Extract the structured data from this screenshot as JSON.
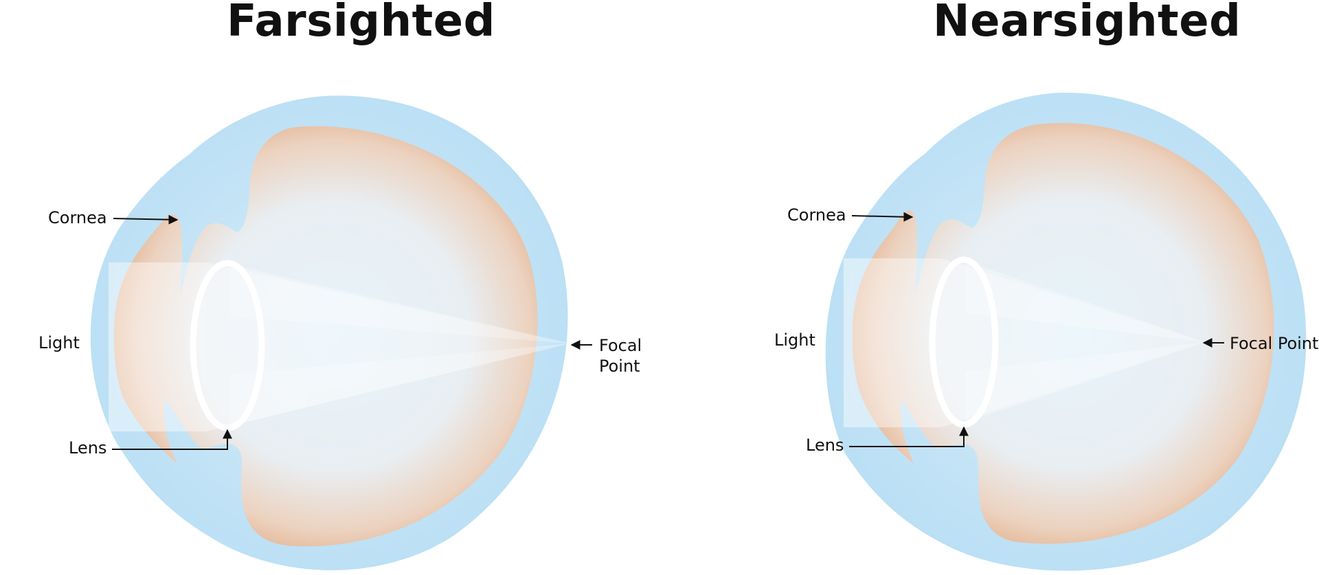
{
  "panels": [
    {
      "title": "Farsighted",
      "labels": {
        "cornea": "Cornea",
        "light": "Light",
        "lens": "Lens",
        "focal_line1": "Focal",
        "focal_line2": "Point"
      }
    },
    {
      "title": "Nearsighted",
      "labels": {
        "cornea": "Cornea",
        "light": "Light",
        "lens": "Lens",
        "focal": "Focal Point"
      }
    }
  ],
  "colors": {
    "outer_eye": "#bfe3f6",
    "inner_eye_edge": "#e2b08a",
    "inner_eye_center": "#e6f4fb",
    "lens_outline": "#ffffff",
    "light_beam": "#ffffff",
    "text": "#111111"
  }
}
